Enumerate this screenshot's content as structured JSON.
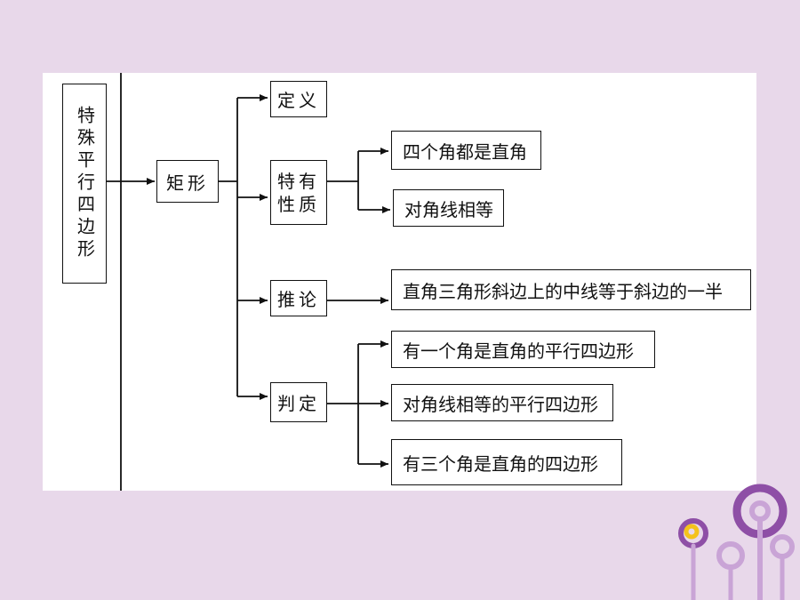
{
  "root": {
    "label": "特殊平行四边形"
  },
  "main": {
    "label": "矩形"
  },
  "branches": {
    "definition": {
      "label": "定义"
    },
    "properties": {
      "label_line1": "特有",
      "label_line2": "性质",
      "items": [
        "四个角都是直角",
        "对角线相等"
      ]
    },
    "corollary": {
      "label": "推论",
      "items": [
        "直角三角形斜边上的中线等于斜边的一半"
      ]
    },
    "criteria": {
      "label": "判定",
      "items": [
        "有一个角是直角的平行四边形",
        "对角线相等的平行四边形",
        "有三个角是直角的四边形"
      ]
    }
  },
  "colors": {
    "background": "#e8d8ea",
    "panel": "#ffffff",
    "line": "#111111",
    "deco_purple": "#8e4fa6",
    "deco_light": "#c9a4d6",
    "deco_yellow": "#f4c21b"
  }
}
